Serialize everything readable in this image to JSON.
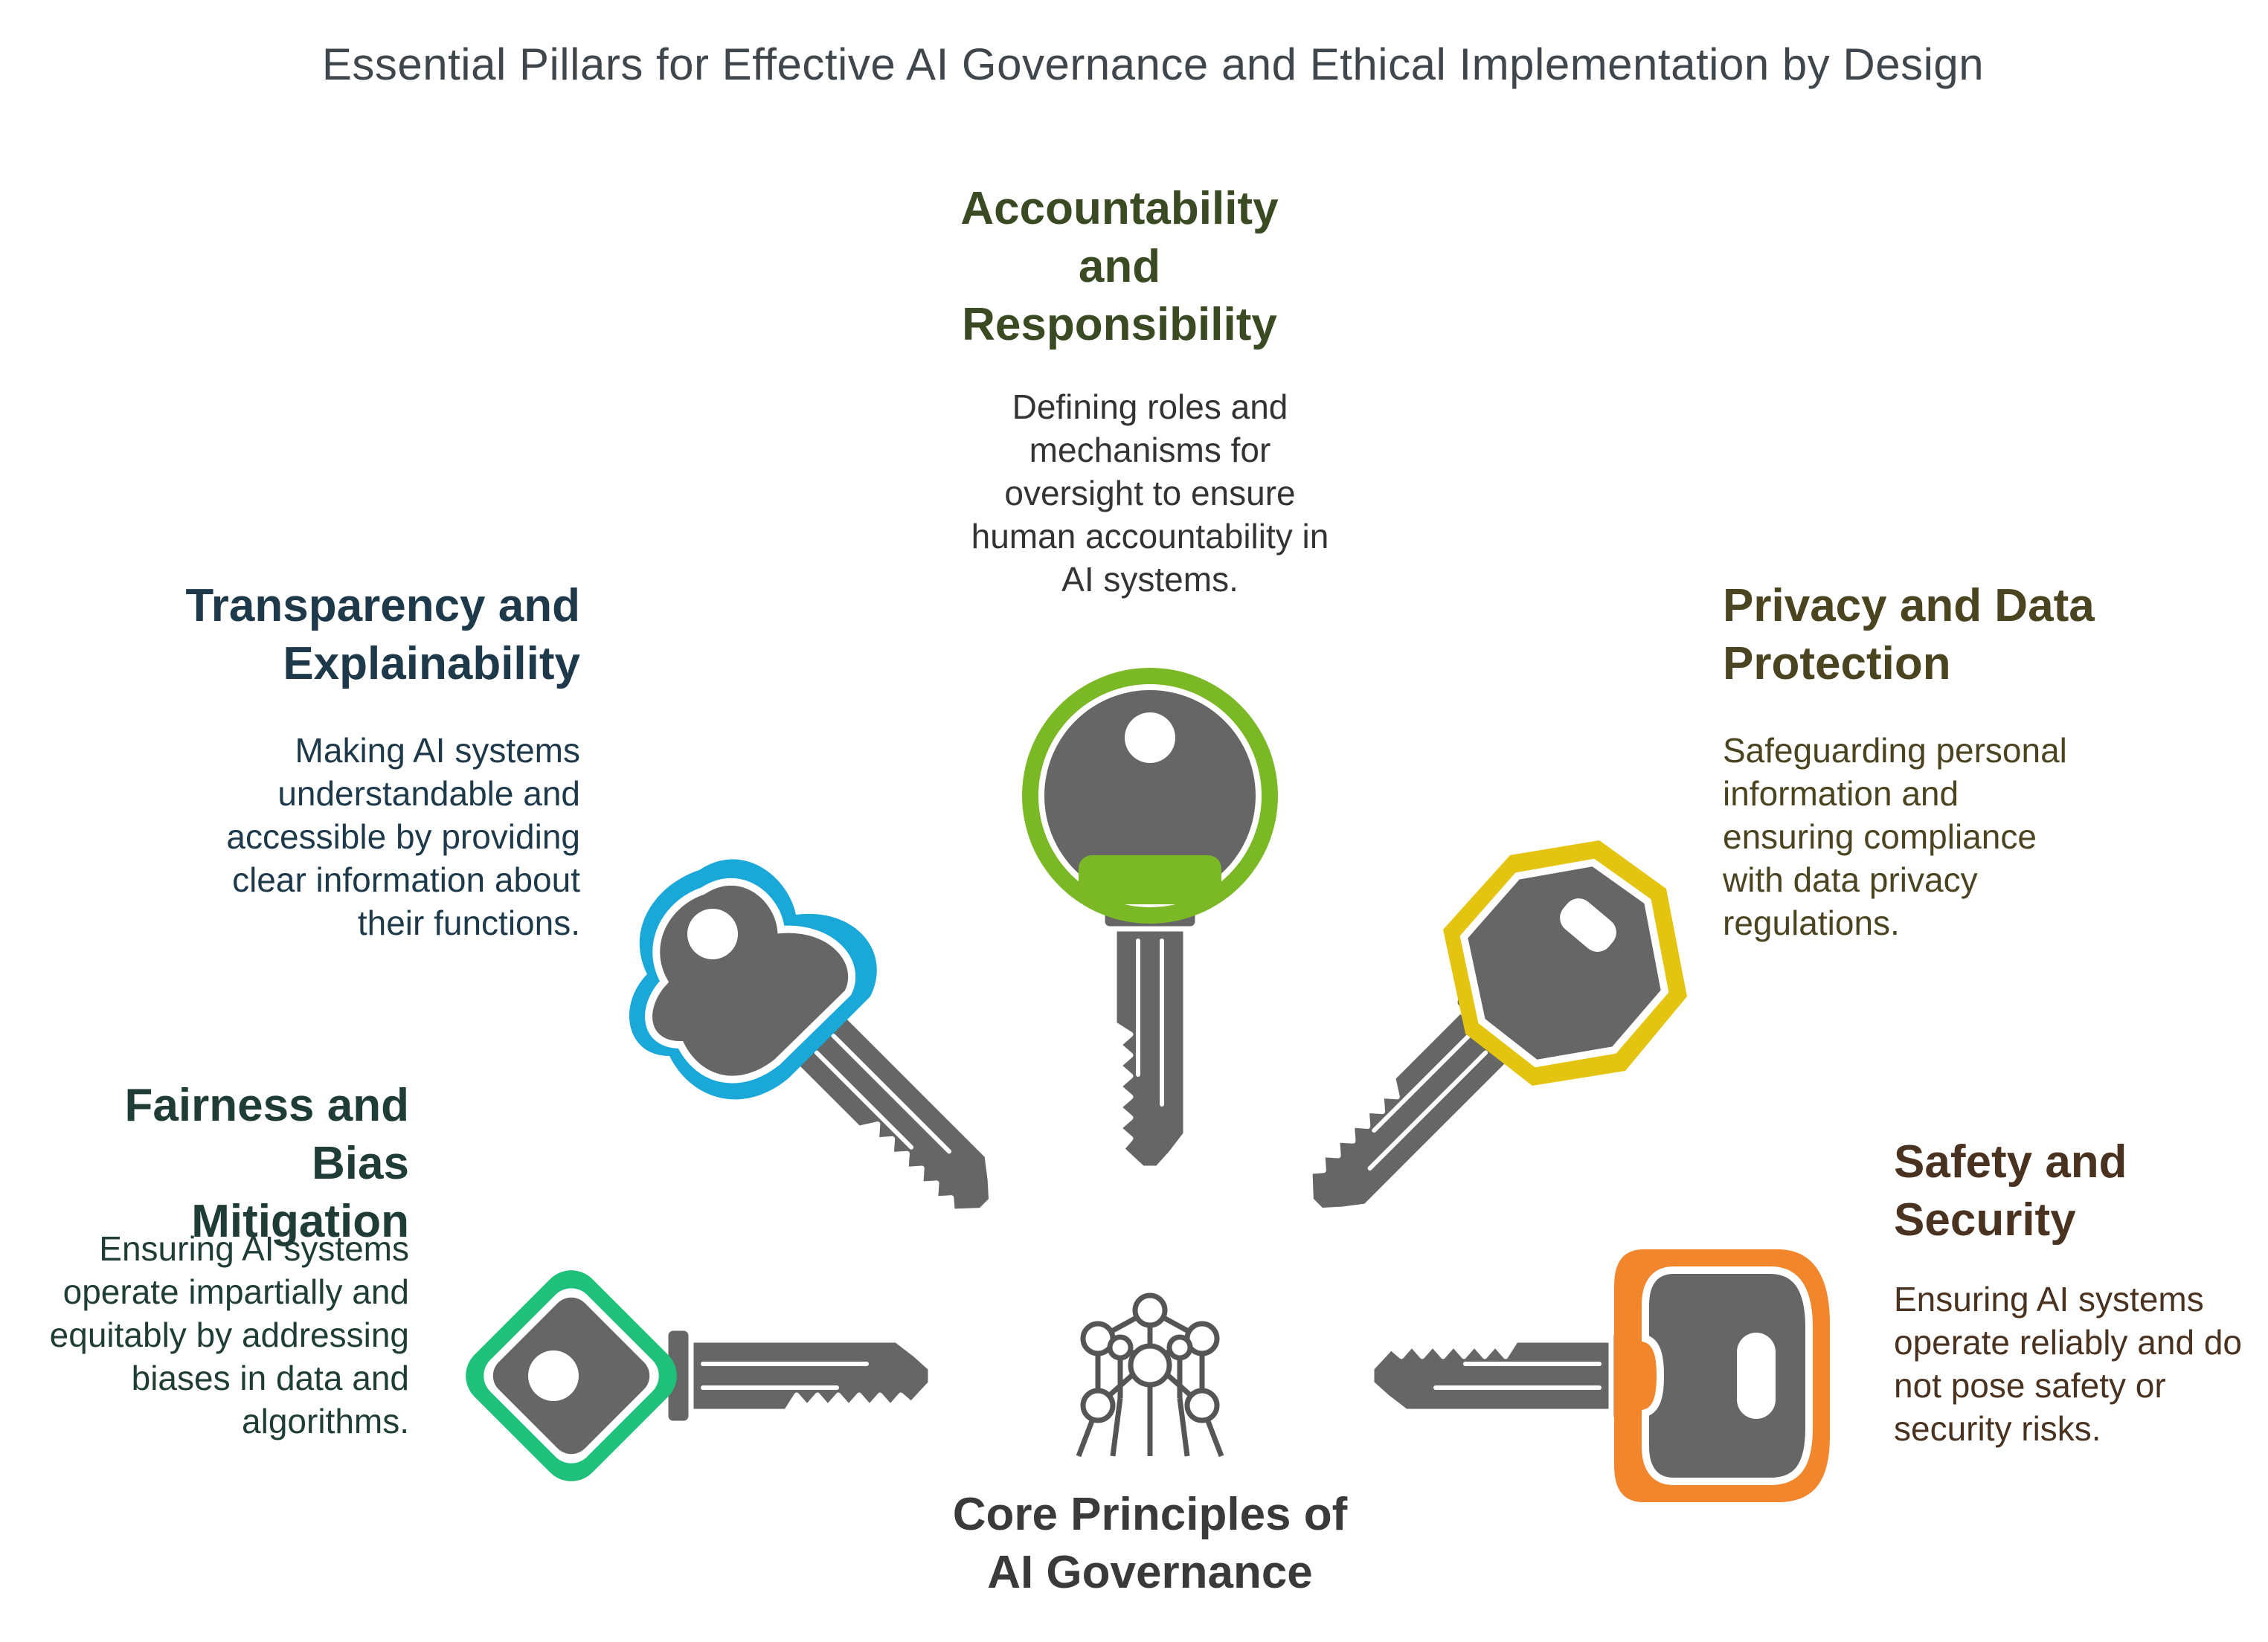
{
  "title": "Essential Pillars for Effective AI Governance and Ethical Implementation by Design",
  "center": {
    "label": "Core Principles of AI Governance",
    "lines": [
      "Core Principles of",
      "AI Governance"
    ],
    "icon": "atomium-icon"
  },
  "pillars": {
    "accountability": {
      "heading_lines": [
        "Accountability",
        "and",
        "Responsibility"
      ],
      "desc_lines": [
        "Defining roles and",
        "mechanisms for",
        "oversight to ensure",
        "human accountability in",
        "AI systems."
      ],
      "color": "#7bb825",
      "icon": "key-icon"
    },
    "transparency": {
      "heading_lines": [
        "Transparency and",
        "Explainability"
      ],
      "desc_lines": [
        "Making AI systems",
        "understandable and",
        "accessible by providing",
        "clear information about",
        "their functions."
      ],
      "color": "#1aa8d8",
      "icon": "key-icon"
    },
    "fairness": {
      "heading_lines": [
        "Fairness and Bias",
        "Mitigation"
      ],
      "desc_lines": [
        "Ensuring AI systems",
        "operate impartially and",
        "equitably by addressing",
        "biases in data and",
        "algorithms."
      ],
      "color": "#1fc07a",
      "icon": "key-icon"
    },
    "privacy": {
      "heading_lines": [
        "Privacy and Data",
        "Protection"
      ],
      "desc_lines": [
        "Safeguarding personal",
        "information and",
        "ensuring compliance",
        "with data privacy",
        "regulations."
      ],
      "color": "#e3c511",
      "icon": "key-icon"
    },
    "safety": {
      "heading_lines": [
        "Safety and",
        "Security"
      ],
      "desc_lines": [
        "Ensuring AI systems",
        "operate reliably and do",
        "not pose safety or",
        "security risks."
      ],
      "color": "#f1862c",
      "icon": "key-icon"
    }
  },
  "colors": {
    "key_gray": "#666666",
    "outline": "#ffffff"
  }
}
